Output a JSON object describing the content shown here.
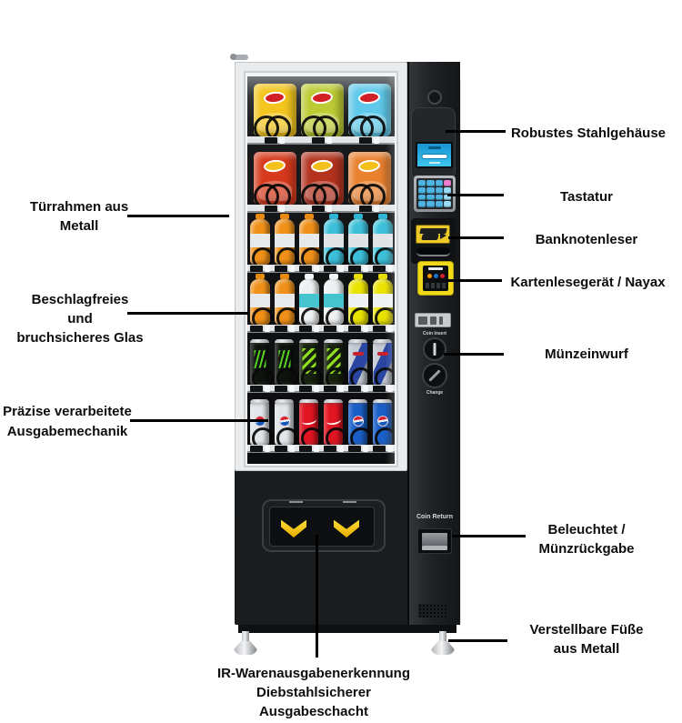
{
  "annotations": {
    "left": [
      {
        "id": "tuerrahmen",
        "lines": [
          "Türrahmen aus",
          "Metall"
        ]
      },
      {
        "id": "glas",
        "lines": [
          "Beschlagfreies",
          "und",
          "bruchsicheres Glas"
        ]
      },
      {
        "id": "ausgabemechanik",
        "lines": [
          "Präzise verarbeitete",
          "Ausgabemechanik"
        ]
      }
    ],
    "right": [
      {
        "id": "stahlgehaeuse",
        "lines": [
          "Robustes Stahlgehäuse"
        ]
      },
      {
        "id": "tastatur",
        "lines": [
          "Tastatur"
        ]
      },
      {
        "id": "banknotenleser",
        "lines": [
          "Banknotenleser"
        ]
      },
      {
        "id": "kartenleser",
        "lines": [
          "Kartenlesegerät / Nayax"
        ]
      },
      {
        "id": "muenzeinwurf",
        "lines": [
          "Münzeinwurf"
        ]
      },
      {
        "id": "beleuchtet",
        "lines": [
          "Beleuchtet /",
          "Münzrückgabe"
        ]
      },
      {
        "id": "fuesse",
        "lines": [
          "Verstellbare Füße",
          "aus Metall"
        ]
      }
    ],
    "bottom": {
      "id": "ausgabeschacht",
      "lines": [
        "IR-Warenausgabenerkennung",
        "Diebstahlsicherer",
        "Ausgabeschacht"
      ]
    }
  },
  "machine": {
    "coin_return_label": "Coin Return",
    "coin_insert_label": "Coin Insert",
    "change_label": "Change",
    "shelves": [
      {
        "type": "bag",
        "products": [
          {
            "name": "lays-classic",
            "body": "#f3c51d",
            "logo": "#d22027"
          },
          {
            "name": "lays-green",
            "body": "#bccb33",
            "logo": "#d22027"
          },
          {
            "name": "lays-wavy",
            "body": "#5ec9ea",
            "logo": "#d22027"
          }
        ]
      },
      {
        "type": "bag",
        "products": [
          {
            "name": "cheetos-crunchy",
            "body": "#d6391c",
            "logo": "#f4c11c"
          },
          {
            "name": "cheetos-flamin-hot",
            "body": "#b3331f",
            "logo": "#f4c11c"
          },
          {
            "name": "cheetos-puffs",
            "body": "#e9812f",
            "logo": "#f4c11c"
          }
        ]
      },
      {
        "type": "bottle",
        "products": [
          {
            "name": "gatorade-orange",
            "cap": "#e88a10",
            "body": "#f09018",
            "label": "#e6e8ea"
          },
          {
            "name": "gatorade-orange",
            "cap": "#e88a10",
            "body": "#f09018",
            "label": "#e6e8ea"
          },
          {
            "name": "gatorade-orange",
            "cap": "#e88a10",
            "body": "#f09018",
            "label": "#e6e8ea"
          },
          {
            "name": "gatorade-blue",
            "cap": "#2fb6d4",
            "body": "#3cc0da",
            "label": "#dfe3e5"
          },
          {
            "name": "gatorade-blue",
            "cap": "#2fb6d4",
            "body": "#3cc0da",
            "label": "#dfe3e5"
          },
          {
            "name": "gatorade-blue",
            "cap": "#2fb6d4",
            "body": "#3cc0da",
            "label": "#dfe3e5"
          }
        ]
      },
      {
        "type": "bottle",
        "products": [
          {
            "name": "gatorade-orange",
            "cap": "#e88a10",
            "body": "#f09018",
            "label": "#e6e8ea"
          },
          {
            "name": "gatorade-orange",
            "cap": "#e88a10",
            "body": "#f09018",
            "label": "#e6e8ea"
          },
          {
            "name": "water-aqua",
            "cap": "#f2f4f5",
            "body": "#eef0f2",
            "label": "#45c4cf"
          },
          {
            "name": "water-aqua",
            "cap": "#f2f4f5",
            "body": "#eef0f2",
            "label": "#45c4cf"
          },
          {
            "name": "gatorade-yellow",
            "cap": "#e6de00",
            "body": "#eae300",
            "label": "#eef0f1"
          },
          {
            "name": "gatorade-yellow",
            "cap": "#e6de00",
            "body": "#eae300",
            "label": "#eef0f1"
          }
        ]
      },
      {
        "type": "can",
        "products": [
          {
            "name": "monster-energy",
            "body": "#0f130e",
            "gfx": "claw",
            "gfxColor": "#55d020"
          },
          {
            "name": "monster-energy",
            "body": "#0f130e",
            "gfx": "claw",
            "gfxColor": "#55d020"
          },
          {
            "name": "energy-green",
            "body": "#18230f",
            "gfx": "stripes",
            "gfxColor": "#8fdc1e"
          },
          {
            "name": "energy-green",
            "body": "#18230f",
            "gfx": "stripes",
            "gfxColor": "#8fdc1e"
          },
          {
            "name": "red-bull",
            "body": "#c3cad4",
            "gfx": "redbull",
            "gfxColor": "#2a46a0"
          },
          {
            "name": "red-bull",
            "body": "#c3cad4",
            "gfx": "redbull",
            "gfxColor": "#2a46a0"
          }
        ]
      },
      {
        "type": "can",
        "products": [
          {
            "name": "pepsi-silver",
            "body": "#e2e5e9",
            "gfx": "pepsi"
          },
          {
            "name": "pepsi-silver",
            "body": "#e2e5e9",
            "gfx": "pepsi"
          },
          {
            "name": "coca-cola",
            "body": "#e11422",
            "gfx": "coke"
          },
          {
            "name": "coca-cola",
            "body": "#e11422",
            "gfx": "coke"
          },
          {
            "name": "pepsi-blue",
            "body": "#1a5fc8",
            "gfx": "pepsi"
          },
          {
            "name": "pepsi-blue",
            "body": "#1a5fc8",
            "gfx": "pepsi"
          }
        ]
      }
    ]
  },
  "colors": {
    "pointer": "#000000",
    "machine_black": "#1d2022",
    "door_white": "#e9ebed",
    "screen_cyan": "#2ab4e0",
    "keypad_blue": "#4fb4e4",
    "device_yellow": "#f1d919",
    "arrow_yellow": "#ffd400"
  }
}
